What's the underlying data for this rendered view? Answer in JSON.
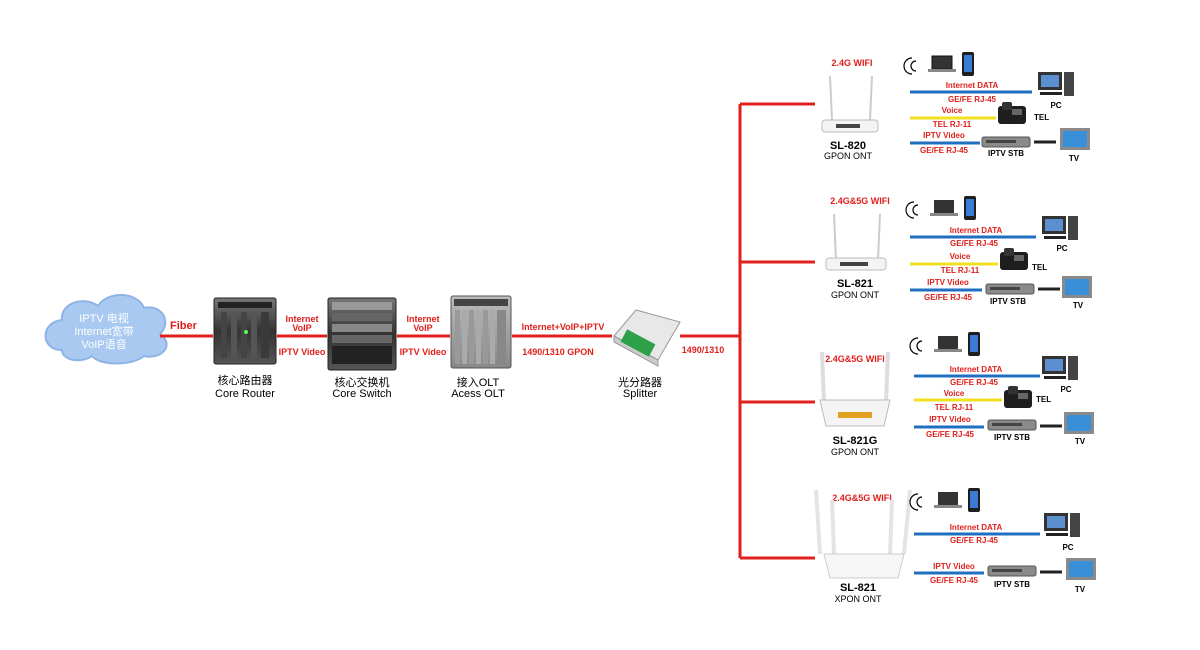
{
  "cloud": {
    "line1": "IPTV 电视",
    "line2": "Internet宽带",
    "line3": "VoIP语音"
  },
  "fiber_label": "Fiber",
  "core_router": {
    "cn": "核心路由器",
    "en": "Core Router"
  },
  "core_switch": {
    "cn": "核心交换机",
    "en": "Core Switch"
  },
  "olt": {
    "cn": "接入OLT",
    "en": "Acess OLT"
  },
  "splitter": {
    "cn": "光分路器",
    "en": "Splitter"
  },
  "link_router_switch": {
    "top1": "Internet",
    "top2": "VoIP",
    "bottom": "IPTV Video"
  },
  "link_switch_olt": {
    "top1": "Internet",
    "top2": "VoIP",
    "bottom": "IPTV Video"
  },
  "link_olt_splitter": {
    "top": "Internet+VoIP+IPTV",
    "bottom": "1490/1310 GPON"
  },
  "link_splitter_bus": {
    "label": "1490/1310"
  },
  "onts": [
    {
      "wifi": "2.4G WIFI",
      "model": "SL-820",
      "type": "GPON ONT",
      "data_label": "Internet DATA",
      "data_port": "GE/FE RJ-45",
      "pc": "PC",
      "voice_label": "Voice",
      "voice_port": "TEL RJ-11",
      "tel": "TEL",
      "iptv_label": "IPTV Video",
      "iptv_port": "GE/FE RJ-45",
      "stb": "IPTV STB",
      "tv": "TV"
    },
    {
      "wifi": "2.4G&5G WIFI",
      "model": "SL-821",
      "type": "GPON ONT",
      "data_label": "Internet DATA",
      "data_port": "GE/FE RJ-45",
      "pc": "PC",
      "voice_label": "Voice",
      "voice_port": "TEL RJ-11",
      "tel": "TEL",
      "iptv_label": "IPTV Video",
      "iptv_port": "GE/FE RJ-45",
      "stb": "IPTV STB",
      "tv": "TV"
    },
    {
      "wifi": "2.4G&5G WIFI",
      "model": "SL-821G",
      "type": "GPON ONT",
      "data_label": "Internet DATA",
      "data_port": "GE/FE RJ-45",
      "pc": "PC",
      "voice_label": "Voice",
      "voice_port": "TEL RJ-11",
      "tel": "TEL",
      "iptv_label": "IPTV Video",
      "iptv_port": "GE/FE RJ-45",
      "stb": "IPTV STB",
      "tv": "TV"
    },
    {
      "wifi": "2.4G&5G WIFI",
      "model": "SL-821",
      "type": "XPON ONT",
      "data_label": "Internet DATA",
      "data_port": "GE/FE RJ-45",
      "pc": "PC",
      "iptv_label": "IPTV Video",
      "iptv_port": "GE/FE RJ-45",
      "stb": "IPTV STB",
      "tv": "TV"
    }
  ],
  "colors": {
    "link": "#e0201c",
    "data_line": "#1f6fc0",
    "voice_line": "#f0e020",
    "tv_line": "#222222",
    "cloud": "#a9c9f0",
    "cloud_text": "#ffffff"
  }
}
